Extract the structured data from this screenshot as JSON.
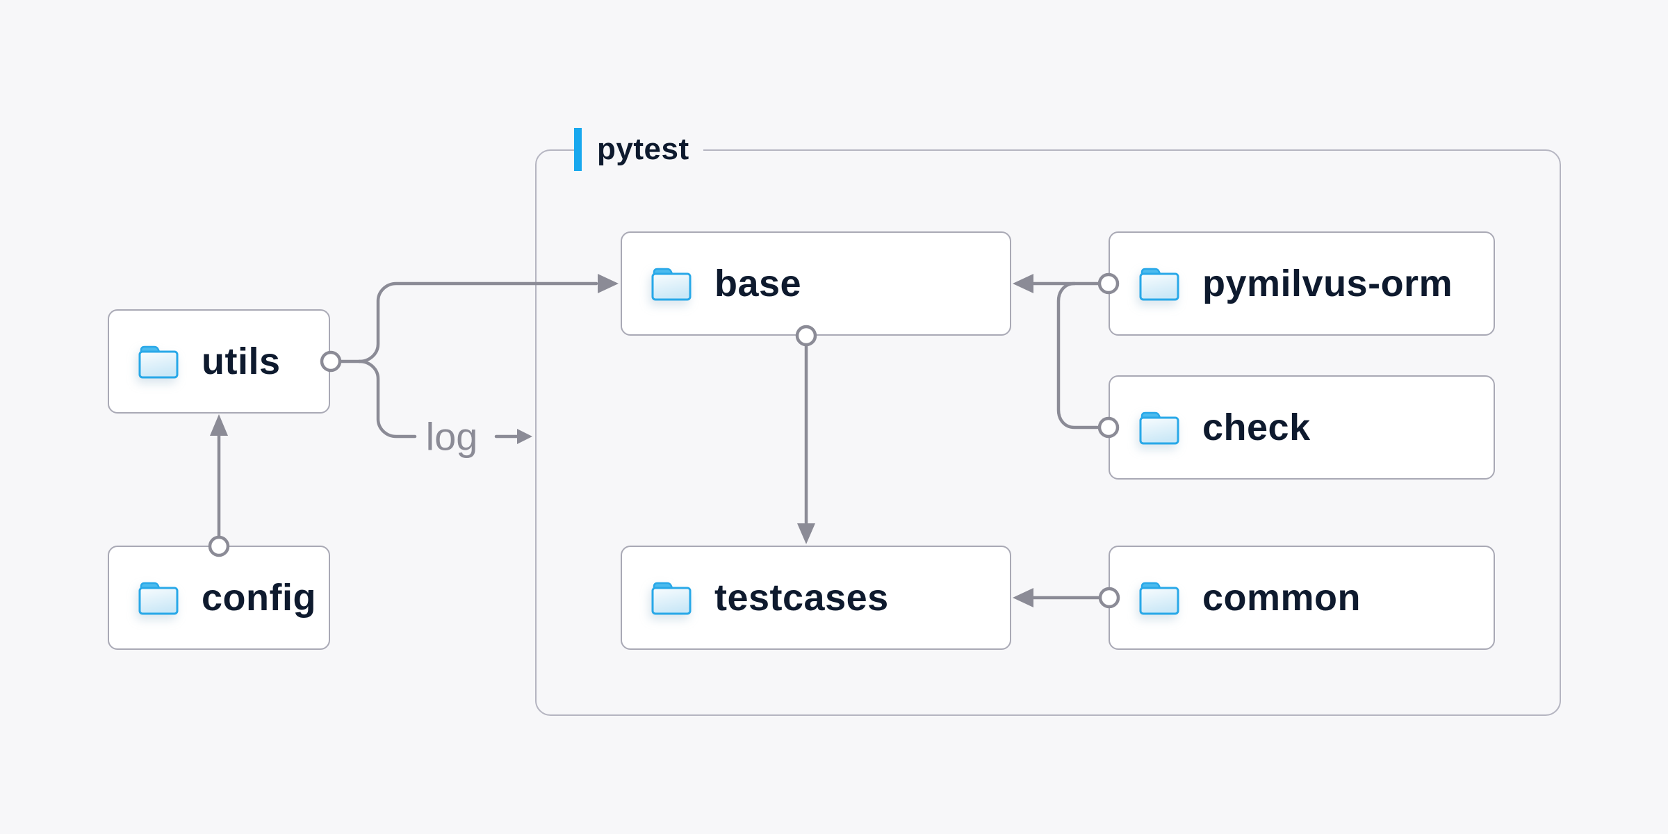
{
  "diagram_title": "pytest",
  "container": {
    "label": "pytest"
  },
  "nodes": [
    {
      "id": "utils",
      "label": "utils",
      "icon": "folder",
      "inside_container": false
    },
    {
      "id": "config",
      "label": "config",
      "icon": "folder",
      "inside_container": false
    },
    {
      "id": "base",
      "label": "base",
      "icon": "folder",
      "inside_container": true
    },
    {
      "id": "testcases",
      "label": "testcases",
      "icon": "folder",
      "inside_container": true
    },
    {
      "id": "pymilvus-orm",
      "label": "pymilvus-orm",
      "icon": "folder",
      "inside_container": true
    },
    {
      "id": "check",
      "label": "check",
      "icon": "folder",
      "inside_container": true
    },
    {
      "id": "common",
      "label": "common",
      "icon": "folder",
      "inside_container": true
    }
  ],
  "labels": {
    "log": "log"
  },
  "edges": [
    {
      "from": "config",
      "to": "utils",
      "marker": "arrow"
    },
    {
      "from": "utils",
      "to": "base",
      "marker": "arrow"
    },
    {
      "from": "utils",
      "to": "pytest",
      "marker": "arrow",
      "label": "log"
    },
    {
      "from": "base",
      "to": "testcases",
      "marker": "arrow"
    },
    {
      "from": "pymilvus-orm",
      "to": "base",
      "marker": "arrow"
    },
    {
      "from": "check",
      "to": "base",
      "marker": "arrow"
    },
    {
      "from": "common",
      "to": "testcases",
      "marker": "arrow"
    }
  ],
  "colors": {
    "background": "#f7f7f9",
    "node_bg": "#ffffff",
    "node_border": "#a9a9b5",
    "container_border": "#b5b5c1",
    "connector": "#8b8b96",
    "text_dark": "#0e1a2e",
    "text_muted": "#8b8b96",
    "accent_blue": "#18a8ee",
    "folder_stroke": "#28a8e8",
    "folder_tab": "#4cbbee"
  }
}
